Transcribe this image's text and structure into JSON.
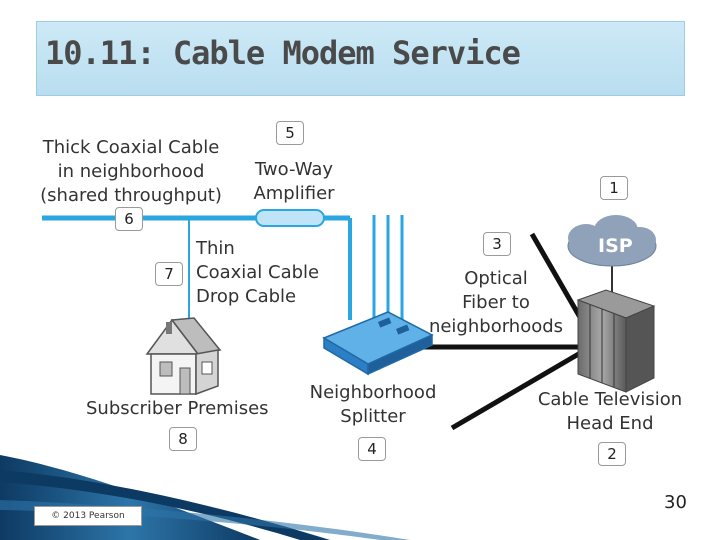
{
  "slide": {
    "title": "10.11: Cable Modem Service",
    "page_number": "30",
    "copyright": "© 2013 Pearson"
  },
  "diagram": {
    "labels": {
      "thick_coax": [
        "Thick Coaxial Cable",
        "in neighborhood",
        "(shared throughput)"
      ],
      "amplifier": [
        "Two-Way",
        "Amplifier"
      ],
      "thin_coax": [
        "Thin",
        "Coaxial Cable",
        "Drop Cable"
      ],
      "optical_fiber": [
        "Optical",
        "Fiber to",
        "neighborhoods"
      ],
      "isp": "ISP",
      "subscriber": "Subscriber Premises",
      "splitter": [
        "Neighborhood",
        "Splitter"
      ],
      "head_end": [
        "Cable Television",
        "Head End"
      ]
    },
    "callouts": [
      "1",
      "2",
      "3",
      "4",
      "5",
      "6",
      "7",
      "8"
    ]
  },
  "colors": {
    "title_background": "#c4e4f4",
    "coax": "#2aa6e0",
    "fiber": "#111111",
    "splitter": "#2f86cc",
    "cloud": "#8fa2ba",
    "bottom_swoosh": "#0d3a63"
  }
}
